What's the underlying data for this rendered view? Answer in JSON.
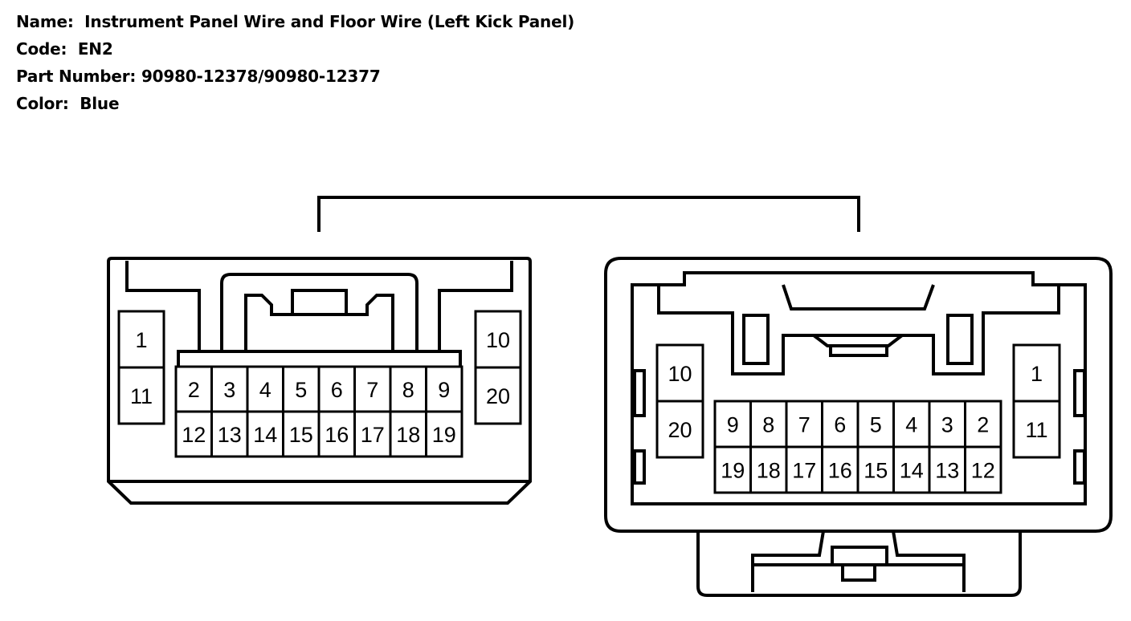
{
  "info": {
    "name_label": "Name:",
    "name_value": "Instrument Panel Wire and Floor Wire (Left Kick Panel)",
    "code_label": "Code:",
    "code_value": "EN2",
    "part_label": "Part Number:",
    "part_value": "90980-12378/90980-12377",
    "color_label": "Color:",
    "color_value": "Blue"
  },
  "connectors": {
    "left": {
      "side_left": [
        "1",
        "11"
      ],
      "side_right": [
        "10",
        "20"
      ],
      "top_row": [
        "2",
        "3",
        "4",
        "5",
        "6",
        "7",
        "8",
        "9"
      ],
      "bottom_row": [
        "12",
        "13",
        "14",
        "15",
        "16",
        "17",
        "18",
        "19"
      ]
    },
    "right": {
      "side_left": [
        "10",
        "20"
      ],
      "side_right": [
        "1",
        "11"
      ],
      "top_row": [
        "9",
        "8",
        "7",
        "6",
        "5",
        "4",
        "3",
        "2"
      ],
      "bottom_row": [
        "19",
        "18",
        "17",
        "16",
        "15",
        "14",
        "13",
        "12"
      ]
    }
  }
}
